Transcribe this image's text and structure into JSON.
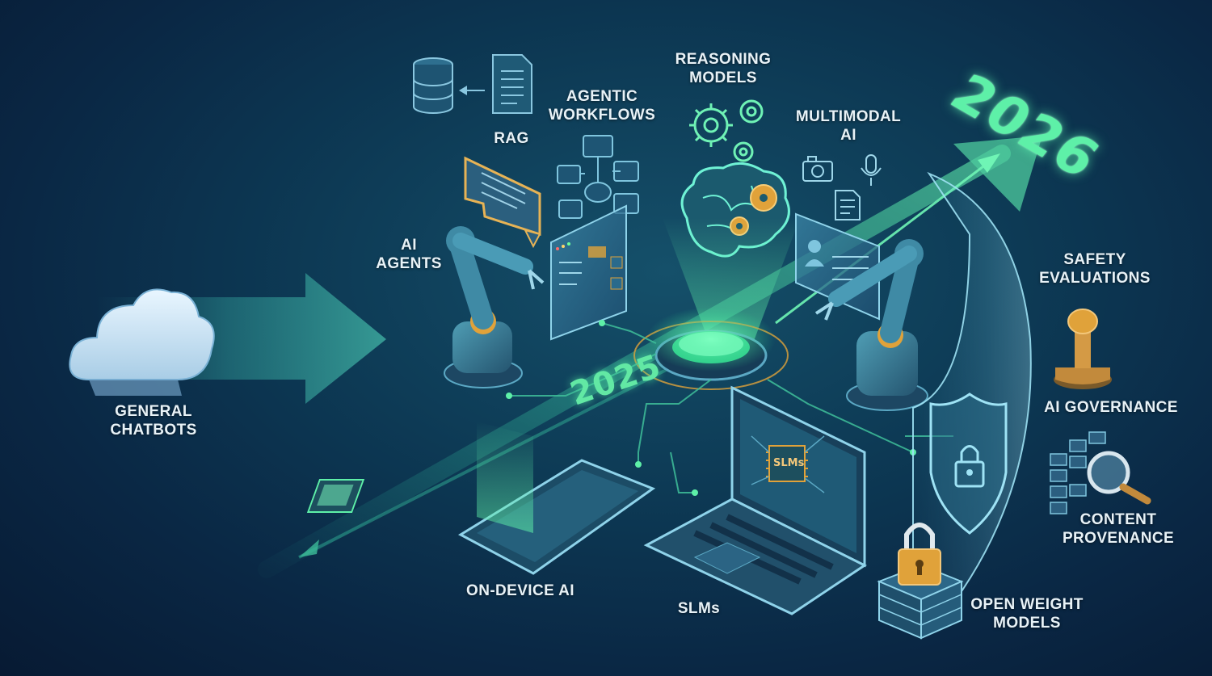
{
  "years": {
    "start": "2025",
    "end": "2026"
  },
  "labels": {
    "general_chatbots": [
      "GENERAL",
      "CHATBOTS"
    ],
    "rag": [
      "RAG"
    ],
    "agentic_workflows": [
      "AGENTIC",
      "WORKFLOWS"
    ],
    "reasoning_models": [
      "REASONING",
      "MODELS"
    ],
    "multimodal_ai": [
      "MULTIMODAL",
      "AI"
    ],
    "ai_agents": [
      "AI",
      "AGENTS"
    ],
    "safety_evaluations": [
      "SAFETY",
      "EVALUATIONS"
    ],
    "ai_governance": [
      "AI GOVERNANCE"
    ],
    "content_provenance": [
      "CONTENT",
      "PROVENANCE"
    ],
    "open_weight_models": [
      "OPEN WEIGHT",
      "MODELS"
    ],
    "on_device_ai": [
      "ON-DEVICE AI"
    ],
    "slms": [
      "SLMs"
    ]
  },
  "chip_label": "SLMs",
  "colors": {
    "background": "#0b2c48",
    "accent_green": "#5ef0a8",
    "panel_blue": "#2d6f8f",
    "gold": "#e0a23a",
    "label_text": "#e8f2f7"
  },
  "icons": [
    "cloud-icon",
    "database-icon",
    "document-icon",
    "chat-bubble-icon",
    "flowchart-icon",
    "gears-icon",
    "brain-icon",
    "camera-icon",
    "microphone-icon",
    "robot-arm-icon",
    "shield-lock-icon",
    "stamp-icon",
    "magnifier-icon",
    "padlock-icon",
    "server-icon",
    "smartphone-icon",
    "laptop-icon",
    "chip-icon"
  ]
}
